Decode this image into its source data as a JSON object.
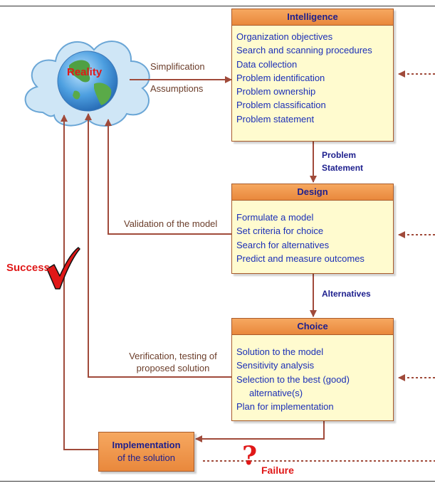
{
  "reality_label": "Reality",
  "intelligence": {
    "title": "Intelligence",
    "items": [
      "Organization objectives",
      "Search and scanning procedures",
      "Data collection",
      "Problem identification",
      "Problem ownership",
      "Problem classification",
      "Problem statement"
    ]
  },
  "design": {
    "title": "Design",
    "items": [
      "Formulate a model",
      "Set criteria for choice",
      "Search for alternatives",
      "Predict and measure outcomes"
    ]
  },
  "choice": {
    "title": "Choice",
    "items": [
      "Solution to the model",
      "Sensitivity analysis",
      "Selection to the best (good)",
      "alternative(s)",
      "Plan for implementation"
    ]
  },
  "implementation": {
    "title": "Implementation",
    "subtitle": "of the solution"
  },
  "labels": {
    "simplification": "Simplification",
    "assumptions": "Assumptions",
    "problem_statement_line1": "Problem",
    "problem_statement_line2": "Statement",
    "validation": "Validation of the model",
    "alternatives": "Alternatives",
    "verification_line1": "Verification, testing of",
    "verification_line2": "proposed solution",
    "success": "Success",
    "failure": "Failure",
    "question_mark": "?"
  },
  "colors": {
    "arrow": "#a04a3a",
    "box_header": "#e9883c",
    "box_body": "#fffbcf",
    "item_text": "#1b2fb7",
    "alert": "#e01818"
  }
}
